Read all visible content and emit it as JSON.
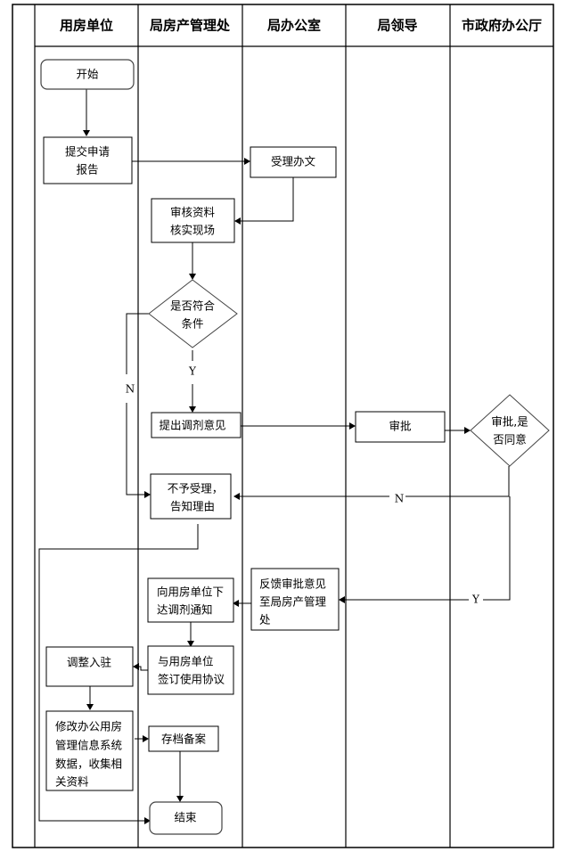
{
  "lanes": [
    {
      "id": "unit",
      "title": "用房单位"
    },
    {
      "id": "housing",
      "title": "局房产管理处"
    },
    {
      "id": "office",
      "title": "局办公室"
    },
    {
      "id": "leader",
      "title": "局领导"
    },
    {
      "id": "city",
      "title": "市政府办公厅"
    }
  ],
  "nodes": {
    "start": {
      "shape": "terminal",
      "lane": "unit",
      "lines": [
        "开始"
      ]
    },
    "submit": {
      "shape": "process",
      "lane": "unit",
      "lines": [
        "提交申请",
        "报告"
      ]
    },
    "accept": {
      "shape": "process",
      "lane": "office",
      "lines": [
        "受理办文"
      ]
    },
    "review": {
      "shape": "process",
      "lane": "housing",
      "lines": [
        "审核资料",
        "核实现场"
      ]
    },
    "qualify": {
      "shape": "decision",
      "lane": "housing",
      "lines": [
        "是否符合",
        "条件"
      ]
    },
    "propose": {
      "shape": "process",
      "lane": "housing",
      "lines": [
        "提出调剂意见"
      ]
    },
    "approve": {
      "shape": "process",
      "lane": "leader",
      "lines": [
        "审批"
      ]
    },
    "agree": {
      "shape": "decision",
      "lane": "city",
      "lines": [
        "审批,是",
        "否同意"
      ]
    },
    "reject": {
      "shape": "process",
      "lane": "housing",
      "lines": [
        "不予受理，",
        "告知理由"
      ]
    },
    "feedback": {
      "shape": "process",
      "lane": "office",
      "lines": [
        "反馈审批意见",
        "至局房产管理",
        "处"
      ]
    },
    "notify": {
      "shape": "process",
      "lane": "housing",
      "lines": [
        "向用房单位下",
        "达调剂通知"
      ]
    },
    "sign": {
      "shape": "process",
      "lane": "housing",
      "lines": [
        "与用房单位",
        "签订使用协议"
      ]
    },
    "move": {
      "shape": "process",
      "lane": "unit",
      "lines": [
        "调整入驻"
      ]
    },
    "update": {
      "shape": "process",
      "lane": "unit",
      "lines": [
        "修改办公用房",
        "管理信息系统",
        "数据，收集相",
        "关资料"
      ]
    },
    "archive": {
      "shape": "process",
      "lane": "housing",
      "lines": [
        "存档备案"
      ]
    },
    "end": {
      "shape": "terminal",
      "lane": "housing",
      "lines": [
        "结束"
      ]
    }
  },
  "edges": [
    {
      "from": "start",
      "to": "submit",
      "label": ""
    },
    {
      "from": "submit",
      "to": "accept",
      "label": ""
    },
    {
      "from": "accept",
      "to": "review",
      "label": ""
    },
    {
      "from": "review",
      "to": "qualify",
      "label": ""
    },
    {
      "from": "qualify",
      "to": "propose",
      "label": "Y"
    },
    {
      "from": "qualify",
      "to": "reject",
      "label": "N"
    },
    {
      "from": "propose",
      "to": "approve",
      "label": ""
    },
    {
      "from": "approve",
      "to": "agree",
      "label": ""
    },
    {
      "from": "agree",
      "to": "reject",
      "label": "N"
    },
    {
      "from": "agree",
      "to": "feedback",
      "label": "Y"
    },
    {
      "from": "feedback",
      "to": "notify",
      "label": ""
    },
    {
      "from": "notify",
      "to": "sign",
      "label": ""
    },
    {
      "from": "sign",
      "to": "move",
      "label": ""
    },
    {
      "from": "move",
      "to": "update",
      "label": ""
    },
    {
      "from": "update",
      "to": "archive",
      "label": ""
    },
    {
      "from": "archive",
      "to": "end",
      "label": ""
    },
    {
      "from": "reject",
      "to": "end",
      "label": ""
    }
  ]
}
